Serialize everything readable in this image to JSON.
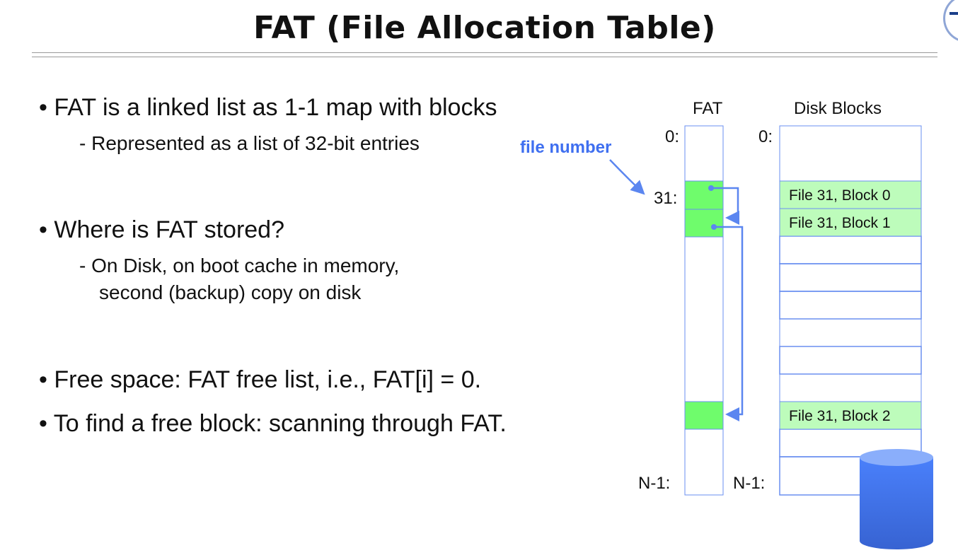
{
  "title": "FAT (File Allocation Table)",
  "bullets": [
    {
      "text": "• FAT is a linked list as 1-1 map with blocks",
      "sub": [
        "-  Represented as a list of 32-bit entries"
      ]
    },
    {
      "text": "• Where is FAT stored?",
      "sub": [
        "-  On Disk, on boot cache in memory,",
        "second (backup) copy on disk"
      ]
    },
    {
      "text": "• Free space: FAT free list, i.e., FAT[i] = 0.",
      "sub": []
    },
    {
      "text": "• To find a free block: scanning through FAT.",
      "sub": []
    }
  ],
  "diagram": {
    "fat_label": "FAT",
    "disk_label": "Disk Blocks",
    "fat_index_0": "0:",
    "fat_index_31": "31:",
    "fat_index_last": "N-1:",
    "disk_index_0": "0:",
    "disk_index_last": "N-1:",
    "file_number_label": "file number",
    "blocks": [
      "File 31, Block 0",
      "File 31, Block 1",
      "File 31, Block 2"
    ],
    "colors": {
      "outline": "#6a8ff0",
      "fat_green": "#6ffc6c",
      "disk_green": "#bdfcbb",
      "arrow": "#5b86f0"
    }
  }
}
